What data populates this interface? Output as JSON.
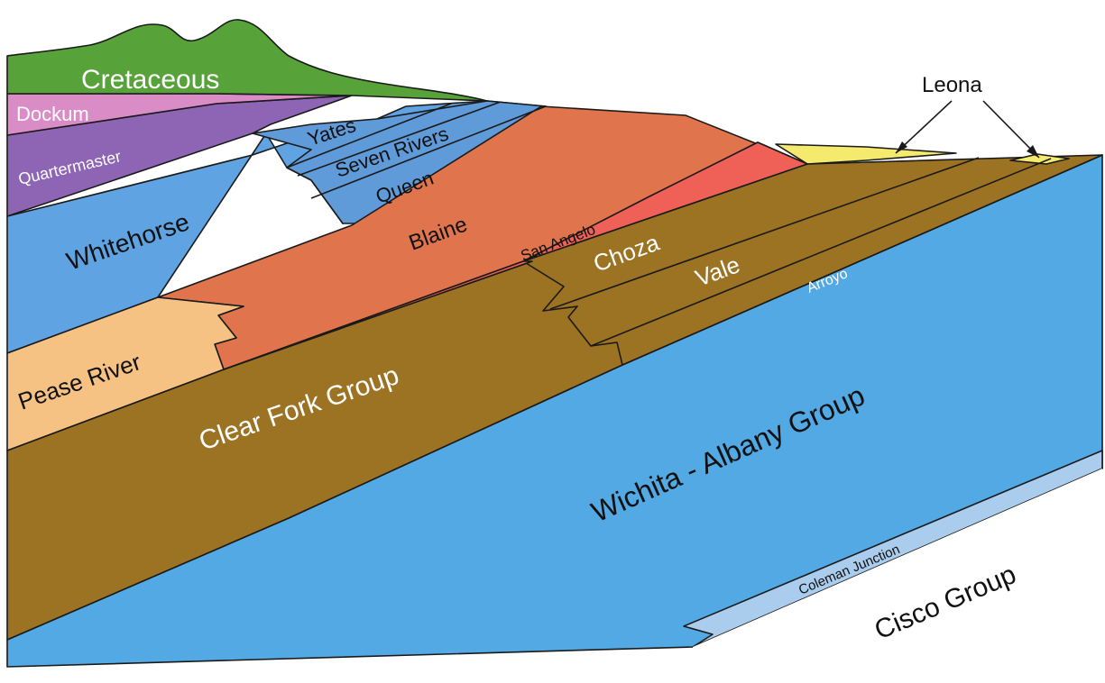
{
  "colors": {
    "cretaceous": "#57a33a",
    "dockum": "#d98cc6",
    "quartermaster": "#8e64b4",
    "artesia": "#5f9ad9",
    "whitehorse": "#5fa3e2",
    "blaine": "#e0744c",
    "san_angelo": "#ef6156",
    "pease_river": "#f6c283",
    "clear_fork": "#9c7223",
    "wichita_albany": "#52a9e4",
    "coleman_junction": "#aacdee",
    "leona": "#f4ea6d",
    "label_light": "#ffffff",
    "label_dark": "#111111"
  },
  "labels": {
    "cretaceous": "Cretaceous",
    "dockum": "Dockum",
    "quartermaster": "Quartermaster",
    "yates": "Yates",
    "seven_rivers": "Seven Rivers",
    "queen": "Queen",
    "whitehorse": "Whitehorse",
    "blaine": "Blaine",
    "san_angelo": "San Angelo",
    "choza": "Choza",
    "vale": "Vale",
    "arroyo": "Arroyo",
    "pease_river": "Pease River",
    "clear_fork": "Clear Fork Group",
    "wichita_albany": "Wichita - Albany Group",
    "coleman_junction": "Coleman Junction",
    "cisco": "Cisco Group",
    "leona": "Leona"
  }
}
